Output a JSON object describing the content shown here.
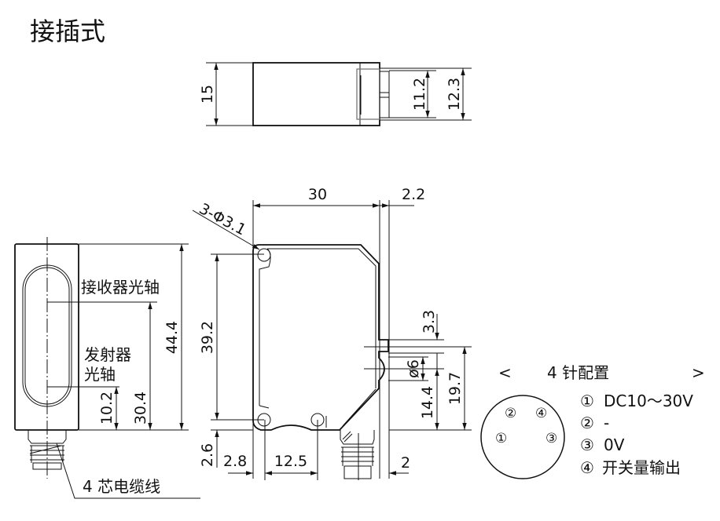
{
  "title": "接插式",
  "top_view": {
    "dims": {
      "height": "15",
      "connector_inner": "11.2",
      "connector_outer": "12.3"
    }
  },
  "front_view": {
    "dims": {
      "width": "30",
      "lens_offset": "2.2",
      "holes": "3-Φ3.1",
      "hole_pitch_v": "39.2",
      "bottom_margin": "2.6",
      "hole_left": "2.8",
      "hole_pitch_h": "12.5",
      "connector_offset": "2",
      "nub": "3.3",
      "lens_dia": "ø6",
      "lens_height": "14.4",
      "nub_height": "19.7"
    }
  },
  "side_view": {
    "receiver_axis_label": "接收器光轴",
    "emitter_axis_label_1": "发射器",
    "emitter_axis_label_2": "光轴",
    "dims": {
      "emitter": "10.2",
      "receiver": "30.4",
      "total": "44.4"
    },
    "cable_label": "4 芯电缆线"
  },
  "pin_config": {
    "bracket_left": "<",
    "title": "4 针配置",
    "bracket_right": ">",
    "pins": [
      {
        "num": "①",
        "desc": "DC10～30V"
      },
      {
        "num": "②",
        "desc": "-"
      },
      {
        "num": "③",
        "desc": "0V"
      },
      {
        "num": "④",
        "desc": "开关量输出"
      }
    ]
  }
}
